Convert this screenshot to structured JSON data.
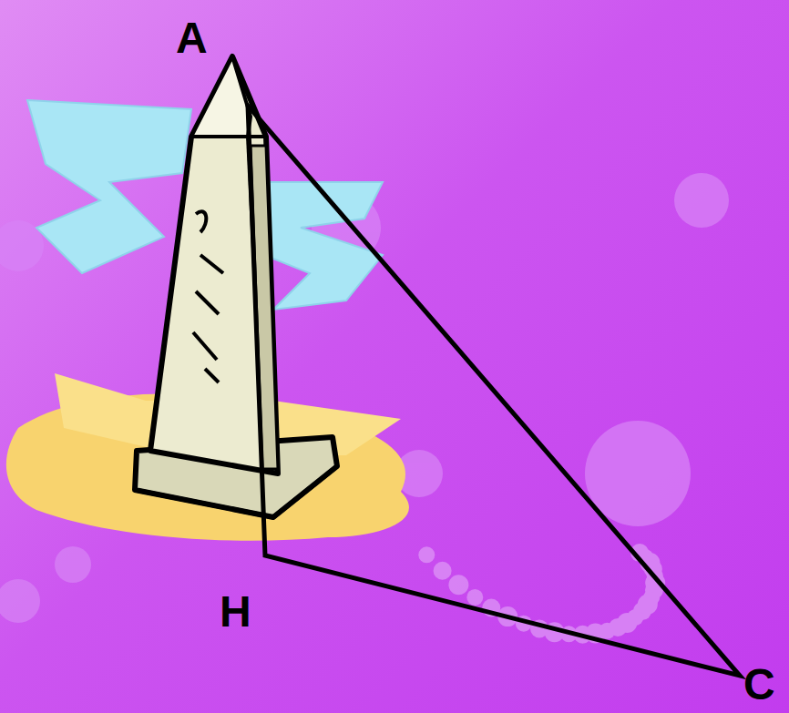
{
  "diagram": {
    "labels": [
      "A",
      "H",
      "C"
    ]
  }
}
